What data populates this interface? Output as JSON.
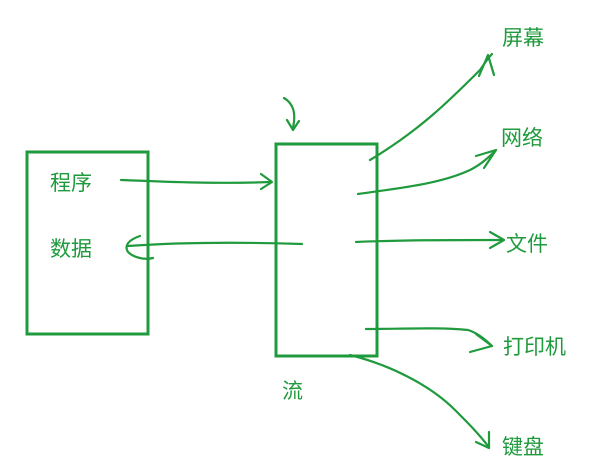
{
  "colors": {
    "ink": "#1f9a3c",
    "background": "#ffffff"
  },
  "left_box": {
    "program_label": "程序",
    "data_label": "数据"
  },
  "stream_box": {
    "label": "流"
  },
  "targets": {
    "screen": "屏幕",
    "network": "网络",
    "file": "文件",
    "printer": "打印机",
    "keyboard": "键盘"
  }
}
